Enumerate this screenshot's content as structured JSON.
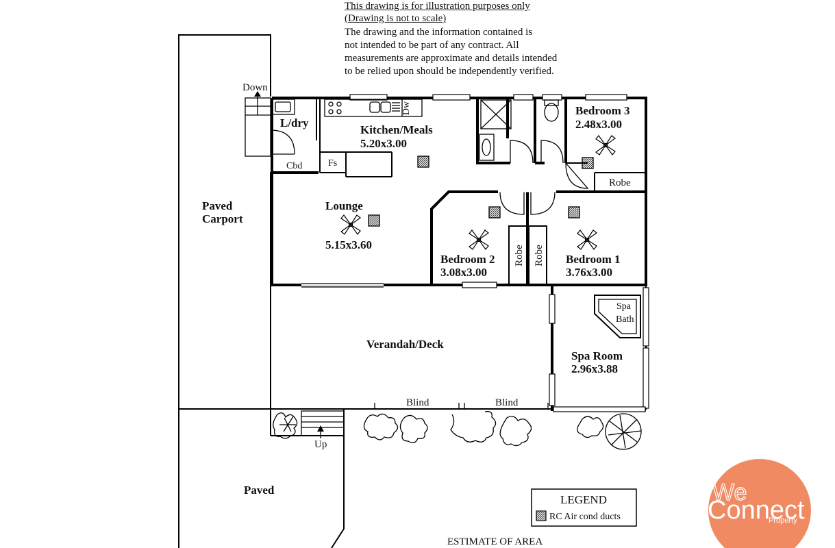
{
  "disclaimer": {
    "line1": "This drawing is for illustration purposes only",
    "line2": "(Drawing is not to scale)",
    "line3": "The drawing and the information contained is",
    "line4": "not intended to be part of any contract.  All",
    "line5": "measurements are approximate and details intended",
    "line6": "to be relied upon should be independently verified."
  },
  "rooms": {
    "laundry": "L/dry",
    "kitchen": {
      "name": "Kitchen/Meals",
      "size": "5.20x3.00"
    },
    "bedroom3": {
      "name": "Bedroom 3",
      "size": "2.48x3.00"
    },
    "lounge": {
      "name": "Lounge",
      "size": "5.15x3.60"
    },
    "bedroom2": {
      "name": "Bedroom 2",
      "size": "3.08x3.00"
    },
    "bedroom1": {
      "name": "Bedroom 1",
      "size": "3.76x3.00"
    },
    "verandah": {
      "name": "Verandah/Deck"
    },
    "spa_room": {
      "name": "Spa Room",
      "size": "2.96x3.88"
    },
    "carport": {
      "line1": "Paved",
      "line2": "Carport"
    },
    "paved": "Paved"
  },
  "labels": {
    "down": "Down",
    "up": "Up",
    "cbd": "Cbd",
    "fs": "Fs",
    "dw": "Dw",
    "robe": "Robe",
    "blind": "Blind",
    "spa_bath_1": "Spa",
    "spa_bath_2": "Bath"
  },
  "legend": {
    "title": "LEGEND",
    "item": "RC Air cond ducts"
  },
  "footer": "ESTIMATE OF AREA",
  "logo": {
    "line1": "We",
    "line2": "Connect",
    "line3": "Property",
    "color": "#f08a62"
  }
}
